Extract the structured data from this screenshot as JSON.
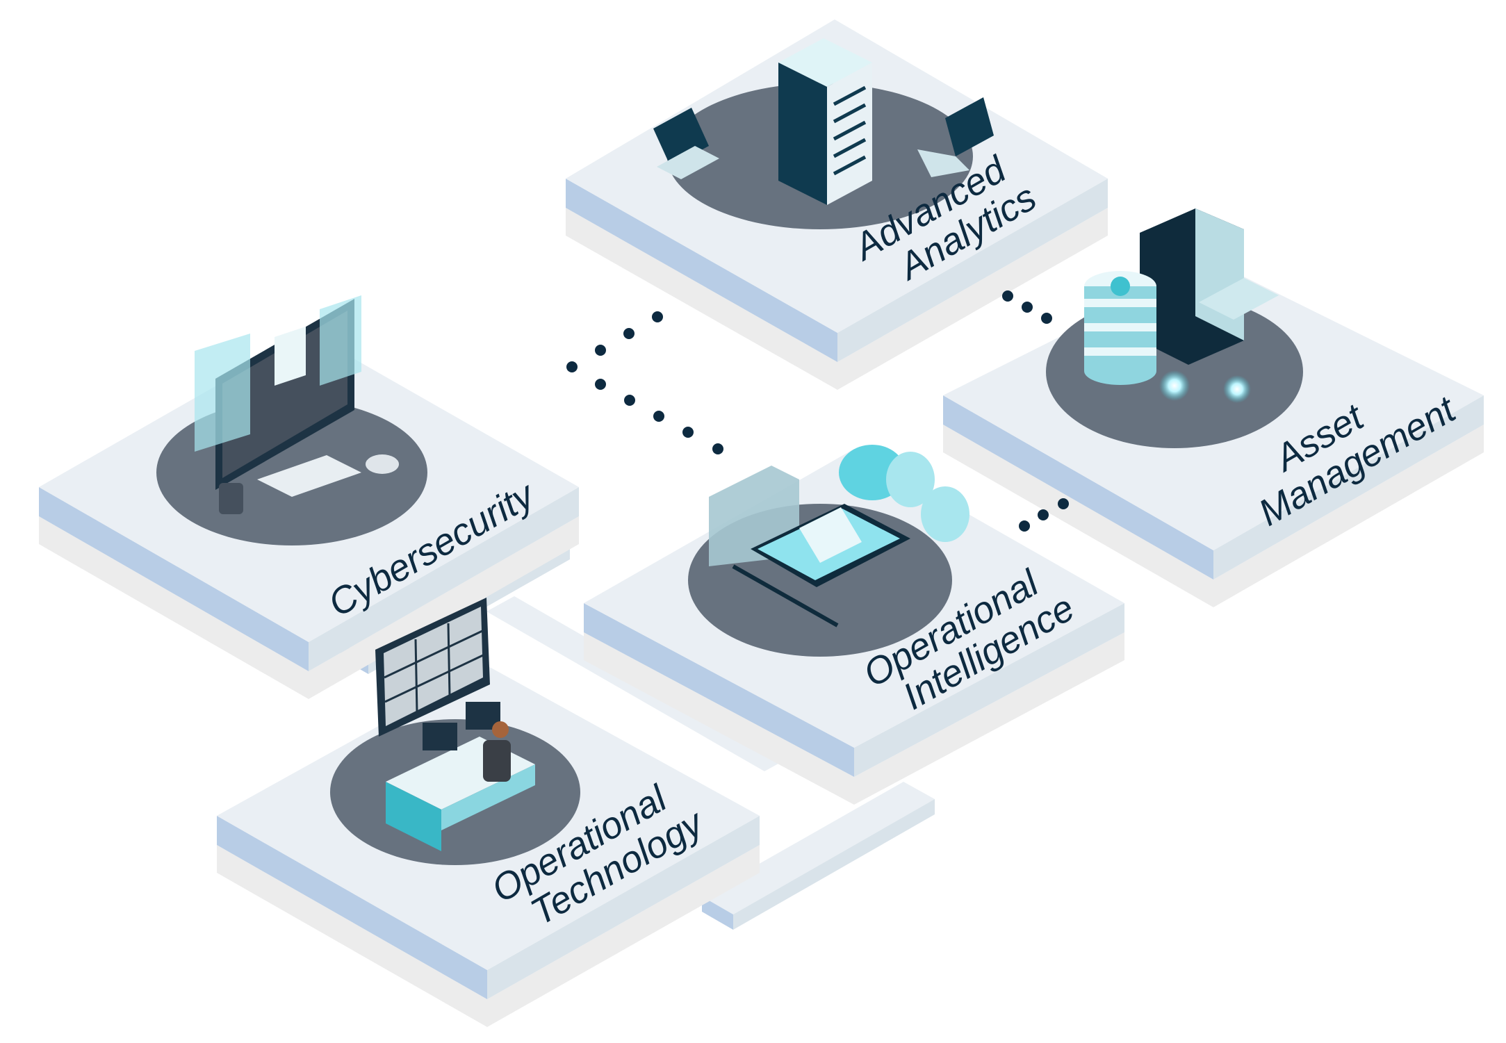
{
  "colors": {
    "top": "#eaeff4",
    "left_side": "#b8cde6",
    "right_side": "#d9e3ea",
    "shadow": "#ececec",
    "disc": "#67727f",
    "ink": "#0d2a40",
    "teal": "#3fc1cf",
    "teal_light": "#a8e6ee"
  },
  "platforms": [
    {
      "id": "advanced-analytics",
      "line1": "Advanced",
      "line2": "Analytics",
      "icon": "server-icon"
    },
    {
      "id": "cybersecurity",
      "line1": "Cybersecurity",
      "line2": "",
      "icon": "desktop-computer-icon"
    },
    {
      "id": "asset-management",
      "line1": "Asset",
      "line2": "Management",
      "icon": "database-cabinet-icon"
    },
    {
      "id": "operational-intelligence",
      "line1": "Operational",
      "line2": "Intelligence",
      "icon": "tablet-cloud-icon"
    },
    {
      "id": "operational-technology",
      "line1": "Operational",
      "line2": "Technology",
      "icon": "control-room-icon"
    }
  ]
}
